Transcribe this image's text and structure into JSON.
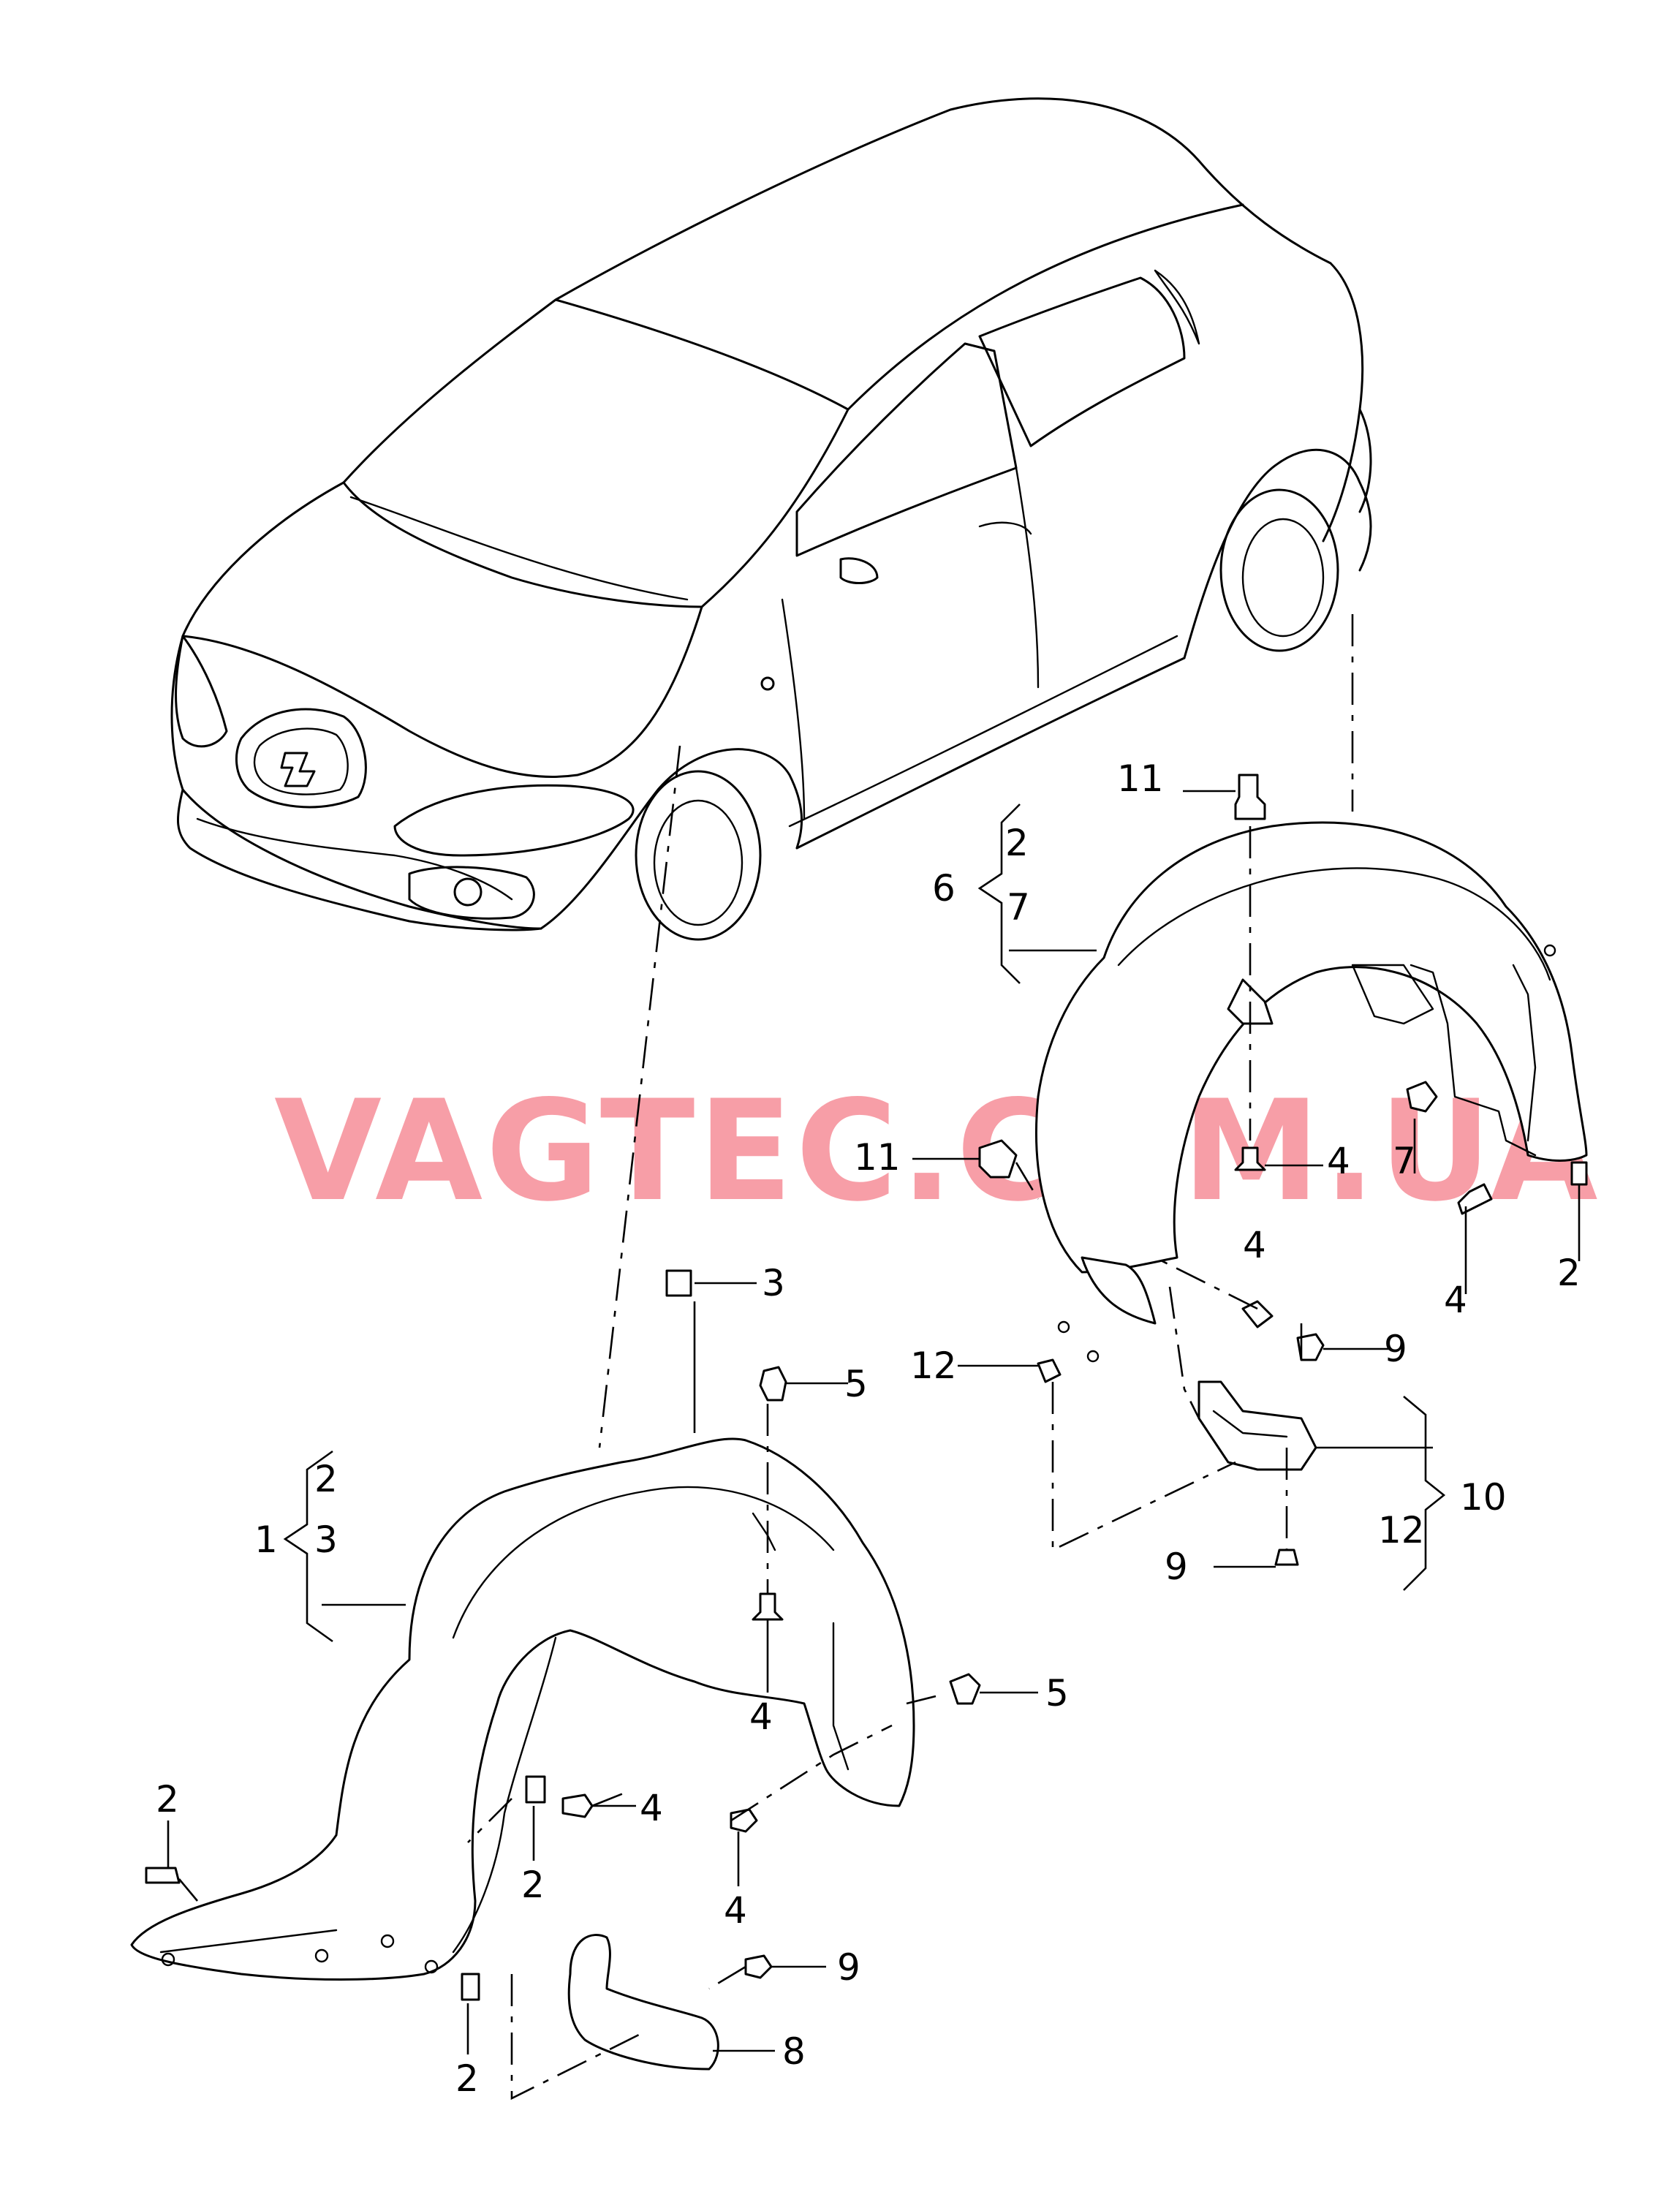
{
  "watermark": "VAGTEC.COM.UA",
  "callouts": {
    "c11_top": "11",
    "c2_top": "2",
    "c6": "6",
    "c7_top": "7",
    "c11_mid": "11",
    "c4_mid": "4",
    "c7_right": "7",
    "c4_right": "4",
    "c2_right": "2",
    "c4_rear": "4",
    "c9_rear": "9",
    "c12_left": "12",
    "c10": "10",
    "c12_right": "12",
    "c9_rear_low": "9",
    "c3_top": "3",
    "c5_top": "5",
    "c2_front_brace": "2",
    "c1": "1",
    "c3_front_brace": "3",
    "c4_front_mid": "4",
    "c5_front_right": "5",
    "c2_front_left": "2",
    "c4_front_left": "4",
    "c2_front_clip": "2",
    "c4_front_bottom": "4",
    "c9_front": "9",
    "c8": "8",
    "c2_front_bottom": "2"
  },
  "colors": {
    "line": "#000000",
    "watermark": "#f04f5e",
    "background": "#ffffff"
  }
}
